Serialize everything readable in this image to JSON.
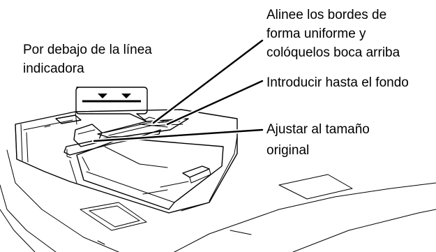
{
  "labels": {
    "under_line": [
      "Por debajo de la línea",
      "indicadora"
    ],
    "align_edges": [
      "Alinee los bordes de",
      "forma uniforme y",
      "colóquelos boca arriba"
    ],
    "insert_bottom": "Introducir hasta el fondo",
    "adjust_size": [
      "Ajustar al tamaño",
      "original"
    ]
  },
  "colors": {
    "ink": "#000000",
    "background": "#ffffff",
    "paper": "#ffffff"
  },
  "icons": {
    "fill_line_marker": "down-triangle-icon"
  }
}
